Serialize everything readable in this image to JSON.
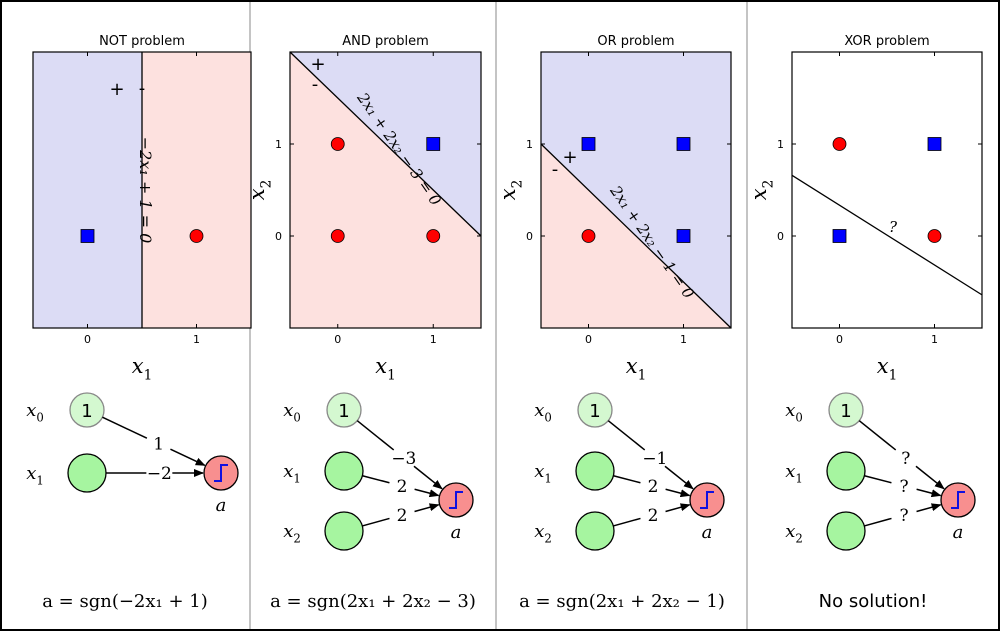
{
  "panels": [
    {
      "title": "NOT problem",
      "x_ticks": [
        "0",
        "1"
      ],
      "y_ticks": [],
      "xlabel": "x",
      "xlabel_sub": "1",
      "ylabel": "",
      "ylabel_sub": "",
      "region_signs": [
        "+",
        "-"
      ],
      "boundary_label": "−2x₁ + 1 = 0",
      "points": [
        {
          "x": 0,
          "y": 0,
          "marker": "square",
          "color": "#0000ff"
        },
        {
          "x": 1,
          "y": 0,
          "marker": "circle",
          "color": "#ff0000"
        }
      ],
      "network": {
        "inputs": [
          {
            "label": "x",
            "sub": "0",
            "bias_text": "1"
          },
          {
            "label": "x",
            "sub": "1"
          }
        ],
        "weights": [
          "1",
          "−2"
        ],
        "output_label": "a"
      },
      "formula": "a = sgn(−2x₁ + 1)"
    },
    {
      "title": "AND problem",
      "x_ticks": [
        "0",
        "1"
      ],
      "y_ticks": [
        "0",
        "1"
      ],
      "xlabel": "x",
      "xlabel_sub": "1",
      "ylabel": "x",
      "ylabel_sub": "2",
      "region_signs": [
        "+",
        "-"
      ],
      "boundary_label": "2x₁ + 2x₂ − 3 = 0",
      "points": [
        {
          "x": 0,
          "y": 1,
          "marker": "circle",
          "color": "#ff0000"
        },
        {
          "x": 1,
          "y": 1,
          "marker": "square",
          "color": "#0000ff"
        },
        {
          "x": 0,
          "y": 0,
          "marker": "circle",
          "color": "#ff0000"
        },
        {
          "x": 1,
          "y": 0,
          "marker": "circle",
          "color": "#ff0000"
        }
      ],
      "network": {
        "inputs": [
          {
            "label": "x",
            "sub": "0",
            "bias_text": "1"
          },
          {
            "label": "x",
            "sub": "1"
          },
          {
            "label": "x",
            "sub": "2"
          }
        ],
        "weights": [
          "−3",
          "2",
          "2"
        ],
        "output_label": "a"
      },
      "formula": "a = sgn(2x₁ + 2x₂ − 3)"
    },
    {
      "title": "OR problem",
      "x_ticks": [
        "0",
        "1"
      ],
      "y_ticks": [
        "0",
        "1"
      ],
      "xlabel": "x",
      "xlabel_sub": "1",
      "ylabel": "x",
      "ylabel_sub": "2",
      "region_signs": [
        "+",
        "-"
      ],
      "boundary_label": "2x₁ + 2x₂ − 1 = 0",
      "points": [
        {
          "x": 0,
          "y": 1,
          "marker": "square",
          "color": "#0000ff"
        },
        {
          "x": 1,
          "y": 1,
          "marker": "square",
          "color": "#0000ff"
        },
        {
          "x": 0,
          "y": 0,
          "marker": "circle",
          "color": "#ff0000"
        },
        {
          "x": 1,
          "y": 0,
          "marker": "square",
          "color": "#0000ff"
        }
      ],
      "network": {
        "inputs": [
          {
            "label": "x",
            "sub": "0",
            "bias_text": "1"
          },
          {
            "label": "x",
            "sub": "1"
          },
          {
            "label": "x",
            "sub": "2"
          }
        ],
        "weights": [
          "−1",
          "2",
          "2"
        ],
        "output_label": "a"
      },
      "formula": "a = sgn(2x₁ + 2x₂ − 1)"
    },
    {
      "title": "XOR problem",
      "x_ticks": [
        "0",
        "1"
      ],
      "y_ticks": [
        "0",
        "1"
      ],
      "xlabel": "x",
      "xlabel_sub": "1",
      "ylabel": "x",
      "ylabel_sub": "2",
      "region_signs": [],
      "boundary_label": "?",
      "points": [
        {
          "x": 0,
          "y": 1,
          "marker": "circle",
          "color": "#ff0000"
        },
        {
          "x": 1,
          "y": 1,
          "marker": "square",
          "color": "#0000ff"
        },
        {
          "x": 0,
          "y": 0,
          "marker": "square",
          "color": "#0000ff"
        },
        {
          "x": 1,
          "y": 0,
          "marker": "circle",
          "color": "#ff0000"
        }
      ],
      "network": {
        "inputs": [
          {
            "label": "x",
            "sub": "0",
            "bias_text": "1"
          },
          {
            "label": "x",
            "sub": "1"
          },
          {
            "label": "x",
            "sub": "2"
          }
        ],
        "weights": [
          "?",
          "?",
          "?"
        ],
        "output_label": "a"
      },
      "formula": "No solution!"
    }
  ],
  "colors": {
    "positive_region": "#dcdcf5",
    "negative_region": "#fde1df",
    "square_marker": "#0000ff",
    "circle_marker": "#ff0000",
    "input_node": "#a6f5a0",
    "bias_node": "#d4f8d0",
    "output_node": "#f88f8f",
    "step_glyph": "#1010e0"
  }
}
